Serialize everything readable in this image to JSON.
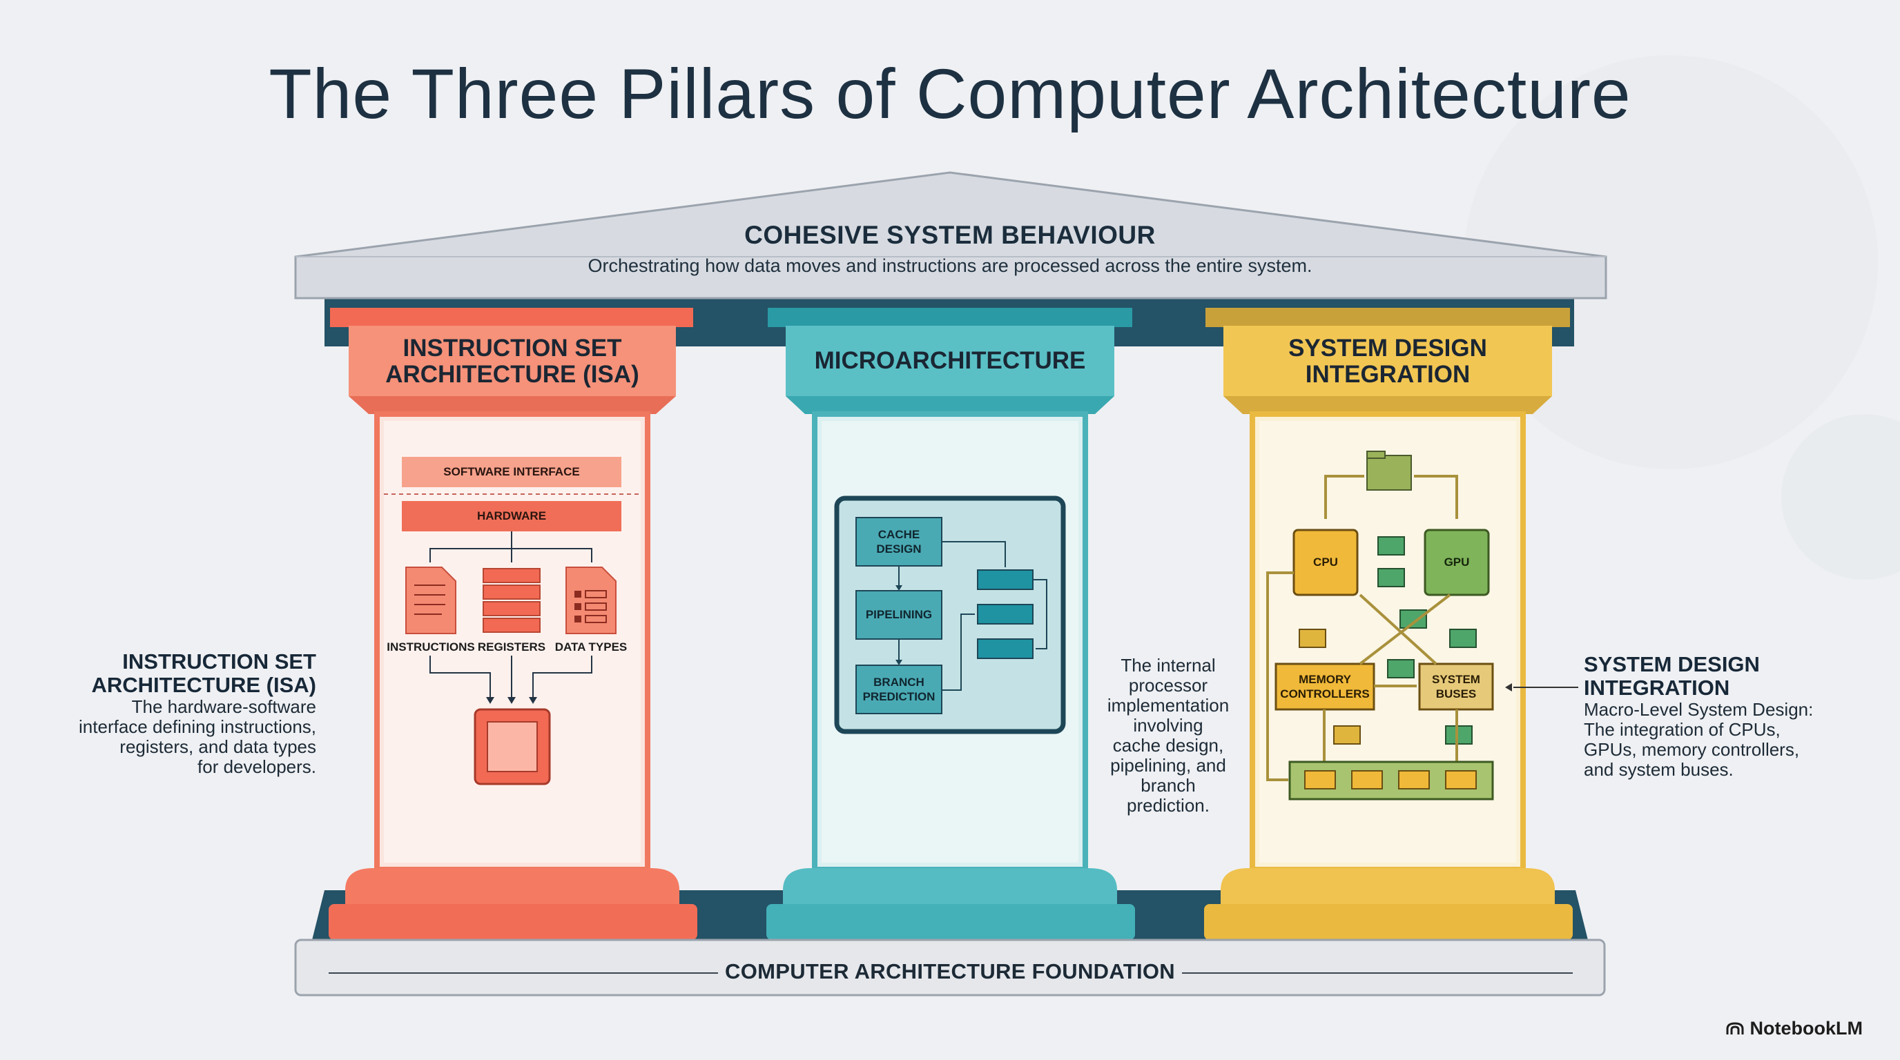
{
  "title": "The Three Pillars of Computer Architecture",
  "pediment": {
    "title": "COHESIVE SYSTEM BEHAVIOUR",
    "subtitle": "Orchestrating how data moves and instructions are processed across the entire system."
  },
  "pillars": [
    {
      "capital": [
        "INSTRUCTION SET",
        "ARCHITECTURE (ISA)"
      ],
      "color": "#f4826a",
      "diagram": {
        "software_interface": "SOFTWARE INTERFACE",
        "hardware": "HARDWARE",
        "instructions": "INSTRUCTIONS",
        "registers": "REGISTERS",
        "data_types": "DATA TYPES"
      },
      "side_heading": [
        "INSTRUCTION SET",
        "ARCHITECTURE (ISA)"
      ],
      "side_body": [
        "The hardware-software",
        "interface defining instructions,",
        "registers, and data types",
        "for developers."
      ]
    },
    {
      "capital": [
        "MICROARCHITECTURE"
      ],
      "color": "#4fb8bf",
      "diagram": {
        "cache_design": [
          "CACHE",
          "DESIGN"
        ],
        "pipelining": "PIPELINING",
        "branch_prediction": [
          "BRANCH",
          "PREDICTION"
        ]
      },
      "side_body": [
        "The internal",
        "processor",
        "implementation",
        "involving",
        "cache design,",
        "pipelining, and",
        "branch",
        "prediction."
      ]
    },
    {
      "capital": [
        "SYSTEM DESIGN",
        "INTEGRATION"
      ],
      "color": "#f0c04f",
      "diagram": {
        "cpu": "CPU",
        "gpu": "GPU",
        "memory_controllers": [
          "MEMORY",
          "CONTROLLERS"
        ],
        "system_buses": [
          "SYSTEM",
          "BUSES"
        ]
      },
      "side_heading": [
        "SYSTEM DESIGN",
        "INTEGRATION"
      ],
      "side_body": [
        "Macro-Level System Design:",
        "The integration of CPUs,",
        "GPUs, memory controllers,",
        "and system buses."
      ]
    }
  ],
  "foundation": "COMPUTER ARCHITECTURE FOUNDATION",
  "badge": "NotebookLM",
  "colors": {
    "background": "#eff0f3",
    "roof": "#d5d9df",
    "beam": "#245266",
    "isa": "#f4826a",
    "micro": "#4fb8bf",
    "system": "#f0c04f"
  }
}
